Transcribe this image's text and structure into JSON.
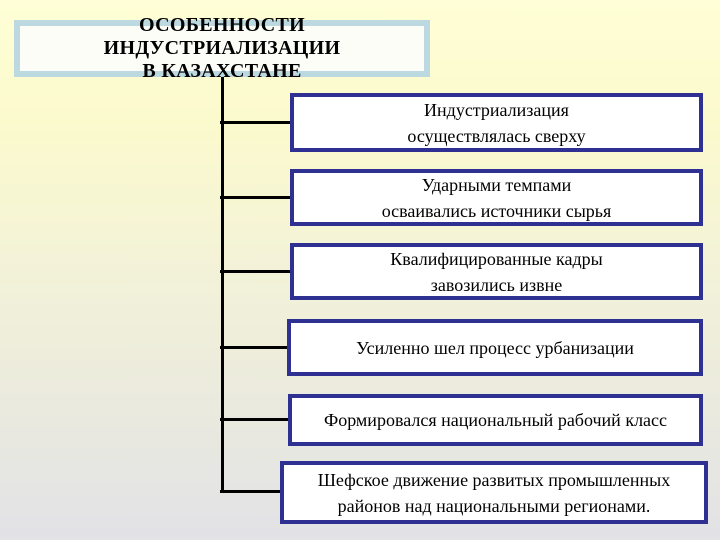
{
  "title": {
    "text": "ОСОБЕННОСТИ  ИНДУСТРИАЛИЗАЦИИ\nВ КАЗАХСТАНЕ"
  },
  "items": [
    {
      "text": "Индустриализация\nосуществлялась сверху"
    },
    {
      "text": "Ударными темпами\nосваивались источники сырья"
    },
    {
      "text": "Квалифицированные кадры\nзавозились извне"
    },
    {
      "text": "Усиленно шел процесс урбанизации"
    },
    {
      "text": "Формировался национальный рабочий класс"
    },
    {
      "text": "Шефское движение развитых промышленных\nрайонов над национальными регионами."
    }
  ],
  "colors": {
    "background_top": "#FFFED6",
    "background_bottom": "#E2E2E7",
    "item_border": "#2E3192",
    "item_fill": "#FFFFFF",
    "title_border": "#BCD9E1",
    "title_fill": "#FDFDF8",
    "connector_line": "#000000",
    "text": "#000000"
  }
}
